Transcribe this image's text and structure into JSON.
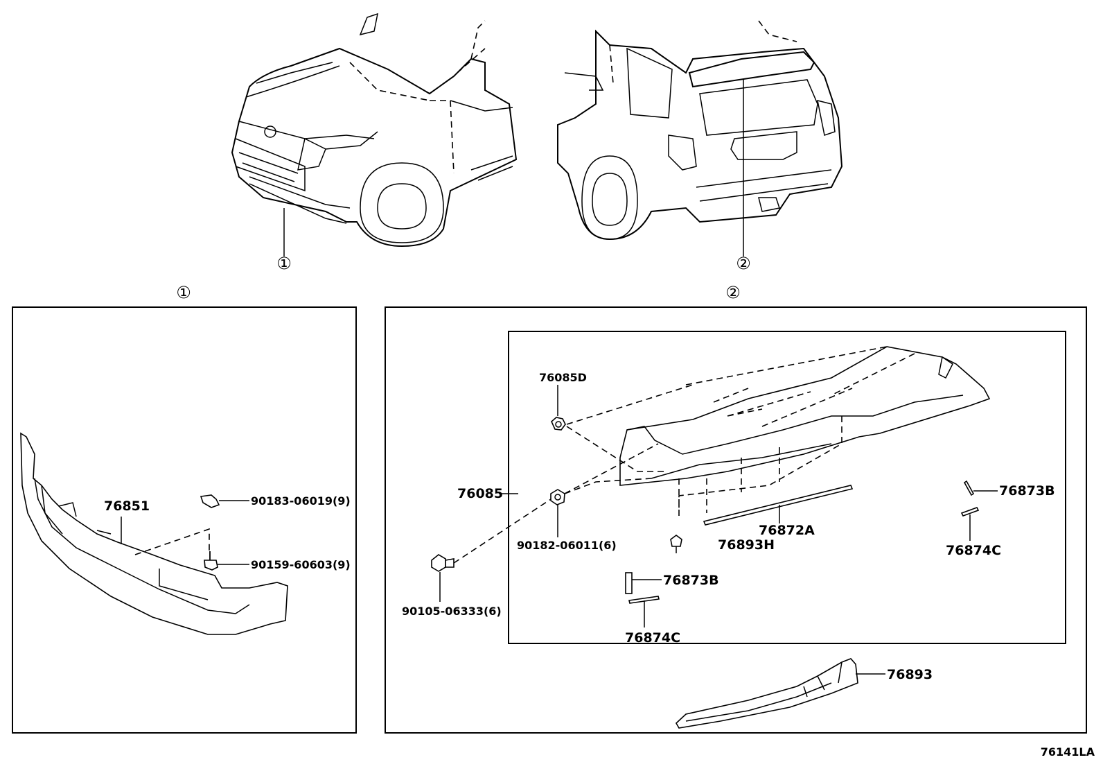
{
  "callouts": {
    "front_ref": "①",
    "rear_ref": "②",
    "front_panel_ref": "①",
    "rear_panel_ref": "②"
  },
  "front_panel": {
    "spoiler": "76851",
    "clip": "90183-06019(9)",
    "screw": "90159-60603(9)"
  },
  "rear_panel": {
    "spoiler_assy": "76085",
    "clip_d": "76085D",
    "clip": "90182-06011(6)",
    "bolt": "90105-06333(6)",
    "tape_b_right": "76873B",
    "tape_c_right": "76874C",
    "tape_b_left": "76873B",
    "tape_c_left": "76874C",
    "seal_a": "76872A",
    "seal_h": "76893H",
    "lower_spoiler": "76893"
  },
  "figure_code": "76141LA"
}
